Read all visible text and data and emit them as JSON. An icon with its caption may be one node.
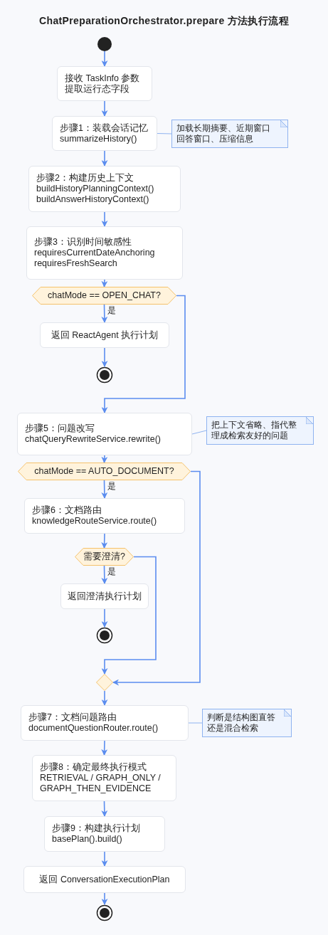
{
  "diagram": {
    "title": "ChatPreparationOrchestrator.prepare 方法执行流程",
    "nodes": [
      {
        "text": [],
        "shape": "circle"
      },
      {
        "text": [
          "接收 TaskInfo 参数",
          "提取运行态字段"
        ]
      },
      {
        "text": [
          "步骤1：装载会话记忆",
          "summarizeHistory()"
        ]
      },
      {
        "text": [
          "加载长期摘要、近期窗口回答窗口、压缩信息"
        ]
      },
      {
        "text": [
          "步骤2：构建历史上下文",
          "buildHistoryPlanningContext()",
          "buildAnswerHistoryContext()"
        ]
      },
      {
        "text": [
          "步骤3：识别时间敏感性",
          "requiresCurrentDateAnchoring",
          "requiresFreshSearch"
        ]
      },
      {
        "text": [
          "chatMode == OPEN_CHAT?"
        ]
      },
      {
        "text": [
          "返回 ReactAgent 执行计划"
        ]
      },
      {
        "text": [],
        "shape": "circle"
      },
      {
        "text": [
          "步骤5：问题改写",
          "chatQueryRewriteService.rewrite()"
        ]
      },
      {
        "text": [
          "把上下文省略、指代整理成检索友好的问题"
        ]
      },
      {
        "text": [
          "chatMode == AUTO_DOCUMENT?"
        ]
      },
      {
        "text": [
          "步骤6：文档路由",
          "knowledgeRouteService.route()"
        ]
      },
      {
        "text": [
          "需要澄清?"
        ]
      },
      {
        "text": [
          "返回澄清执行计划"
        ]
      },
      {
        "text": [],
        "shape": "circle"
      },
      {
        "text": [],
        "shape": "diamond"
      },
      {
        "text": [
          "步骤7：文档问题路由",
          "documentQuestionRouter.route()"
        ]
      },
      {
        "text": [
          "判断是结构图直答还是混合检索"
        ]
      },
      {
        "text": [
          "步骤8：确定最终执行模式",
          "RETRIEVAL / GRAPH_ONLY / GRAPH_THEN_EVIDENCE"
        ]
      },
      {
        "text": [
          "步骤9：构建执行计划",
          "basePlan().build()"
        ]
      },
      {
        "text": [
          "返回 ConversationExecutionPlan"
        ]
      },
      {
        "text": [],
        "shape": "circle"
      }
    ],
    "edges": [
      {
        "from": 0,
        "to": 1,
        "arrow": "to"
      },
      {
        "from": 1,
        "to": 2,
        "arrow": "to"
      },
      {
        "from": 3,
        "to": 2,
        "arrow": "none",
        "color": "#8fb3f0"
      },
      {
        "from": 2,
        "to": 4,
        "arrow": "to"
      },
      {
        "from": 4,
        "to": 5,
        "arrow": "to"
      },
      {
        "from": 5,
        "to": 6,
        "arrow": "to"
      },
      {
        "from": 6,
        "to": 7,
        "arrow": "to",
        "label": "是"
      },
      {
        "from": 7,
        "to": 8,
        "arrow": "to"
      },
      {
        "from": 6,
        "to": 9,
        "arrow": "to"
      },
      {
        "from": 10,
        "to": 9,
        "arrow": "none",
        "color": "#8fb3f0"
      },
      {
        "from": 9,
        "to": 11,
        "arrow": "to"
      },
      {
        "from": 11,
        "to": 12,
        "arrow": "to",
        "label": "是"
      },
      {
        "from": 12,
        "to": 13,
        "arrow": "to"
      },
      {
        "from": 13,
        "to": 14,
        "arrow": "to",
        "label": "是"
      },
      {
        "from": 14,
        "to": 15,
        "arrow": "to"
      },
      {
        "from": 13,
        "to": 16,
        "arrow": "to"
      },
      {
        "from": 11,
        "to": 16,
        "arrow": "to"
      },
      {
        "from": 16,
        "to": 17,
        "arrow": "to"
      },
      {
        "from": 18,
        "to": 17,
        "arrow": "none",
        "color": "#8fb3f0"
      },
      {
        "from": 17,
        "to": 19,
        "arrow": "to"
      },
      {
        "from": 19,
        "to": 20,
        "arrow": "to"
      },
      {
        "from": 20,
        "to": 21,
        "arrow": "to"
      },
      {
        "from": 21,
        "to": 22,
        "arrow": "to"
      }
    ]
  }
}
